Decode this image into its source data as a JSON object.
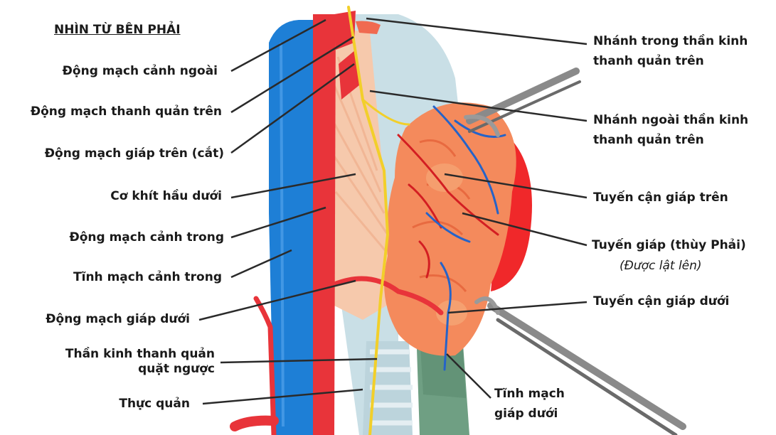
{
  "heading": "NHÌN TỪ BÊN PHẢI",
  "left_labels": {
    "external_carotid": "Động mạch cảnh ngoài",
    "superior_laryngeal_artery": "Động mạch thanh quản trên",
    "superior_thyroid_artery": "Động mạch giáp trên (cắt)",
    "inferior_constrictor": "Cơ khít hầu dưới",
    "internal_carotid": "Động mạch cảnh trong",
    "internal_jugular": "Tĩnh mạch cảnh trong",
    "inferior_thyroid_artery": "Động mạch giáp dưới",
    "recurrent_laryngeal_line1": "Thần kinh thanh quản",
    "recurrent_laryngeal_line2": "quặt ngược",
    "esophagus": "Thực quản"
  },
  "right_labels": {
    "internal_branch_line1": "Nhánh trong thần kinh",
    "internal_branch_line2": "thanh quản trên",
    "external_branch_line1": "Nhánh ngoài thần kinh",
    "external_branch_line2": "thanh quản trên",
    "superior_parathyroid": "Tuyến cận giáp trên",
    "thyroid_right_lobe": "Tuyến giáp (thùy Phải)",
    "thyroid_note": "(Được lật lên)",
    "inferior_parathyroid": "Tuyến cận giáp dưới",
    "inferior_thyroid_vein_line1": "Tĩnh mạch",
    "inferior_thyroid_vein_line2": "giáp dưới"
  },
  "colors": {
    "vein_blue": "#1e7fd6",
    "artery_red": "#e8343a",
    "gland_orange": "#f48a5c",
    "muscle_peach": "#f6c9ac",
    "trachea_blue": "#c9dfe6",
    "nerve_yellow": "#f2cf2a",
    "leader_line": "#2a2a2a"
  }
}
